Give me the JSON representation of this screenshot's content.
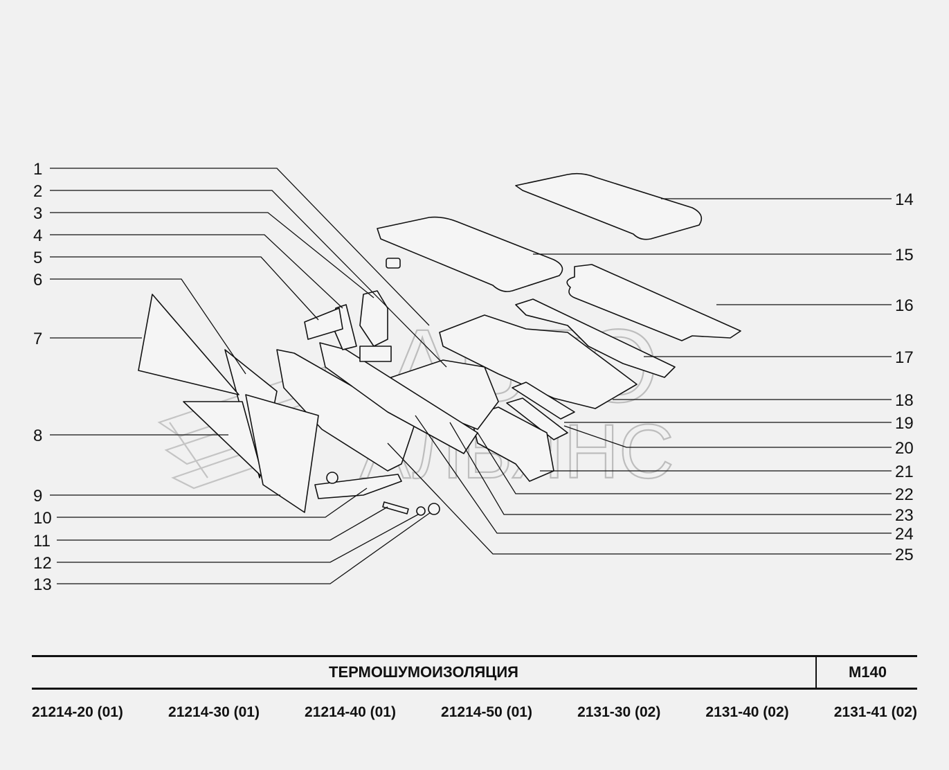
{
  "watermark": {
    "line1": "АВТО",
    "line2": "АЛЬЯНС"
  },
  "callouts_left": [
    "1",
    "2",
    "3",
    "4",
    "5",
    "6",
    "7",
    "8",
    "9",
    "10",
    "11",
    "12",
    "13"
  ],
  "callouts_right": [
    "14",
    "15",
    "16",
    "17",
    "18",
    "19",
    "20",
    "21",
    "22",
    "23",
    "24",
    "25"
  ],
  "title": "ТЕРМОШУМОИЗОЛЯЦИЯ",
  "code": "М140",
  "models": [
    "21214-20 (01)",
    "21214-30 (01)",
    "21214-40 (01)",
    "21214-50 (01)",
    "2131-30 (02)",
    "2131-40 (02)",
    "2131-41 (02)"
  ]
}
